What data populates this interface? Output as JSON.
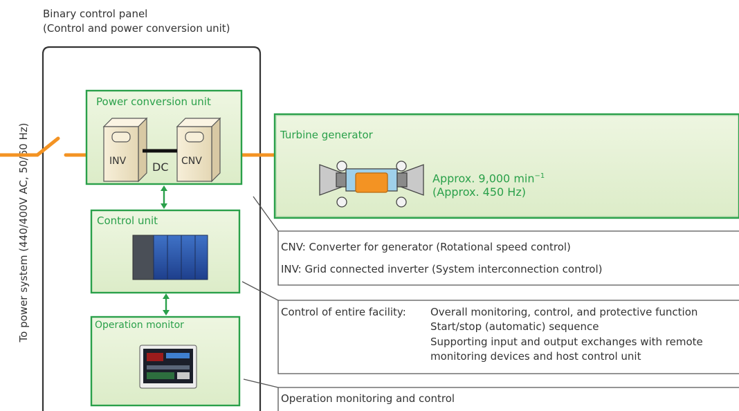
{
  "panel": {
    "title_line1": "Binary control panel",
    "title_line2": "(Control and power conversion unit)"
  },
  "power_system_label": "To power system (440/400V AC, 50/60 Hz)",
  "power_conversion": {
    "title": "Power conversion unit",
    "inv_label": "INV",
    "cnv_label": "CNV",
    "dc_label": "DC"
  },
  "turbine": {
    "title": "Turbine generator",
    "speed_prefix": "Approx. 9,000 min",
    "speed_exponent": "−1",
    "frequency": "(Approx. 450 Hz)"
  },
  "control_unit": {
    "title": "Control unit"
  },
  "operation_monitor": {
    "title": "Operation monitor"
  },
  "callouts": {
    "cnv_desc": "CNV: Converter for generator (Rotational speed control)",
    "inv_desc": "INV: Grid connected inverter (System interconnection control)",
    "control_heading": "Control of entire facility:",
    "control_lines": [
      "Overall monitoring, control, and protective function",
      "Start/stop (automatic) sequence",
      "Supporting input and output exchanges with remote",
      "monitoring devices and host control unit"
    ],
    "operation_desc": "Operation monitoring and control"
  },
  "colors": {
    "green_border": "#2aa04a",
    "green_fill": "#e6f2d6",
    "orange_line": "#f39323",
    "green_text": "#2aa04a"
  }
}
